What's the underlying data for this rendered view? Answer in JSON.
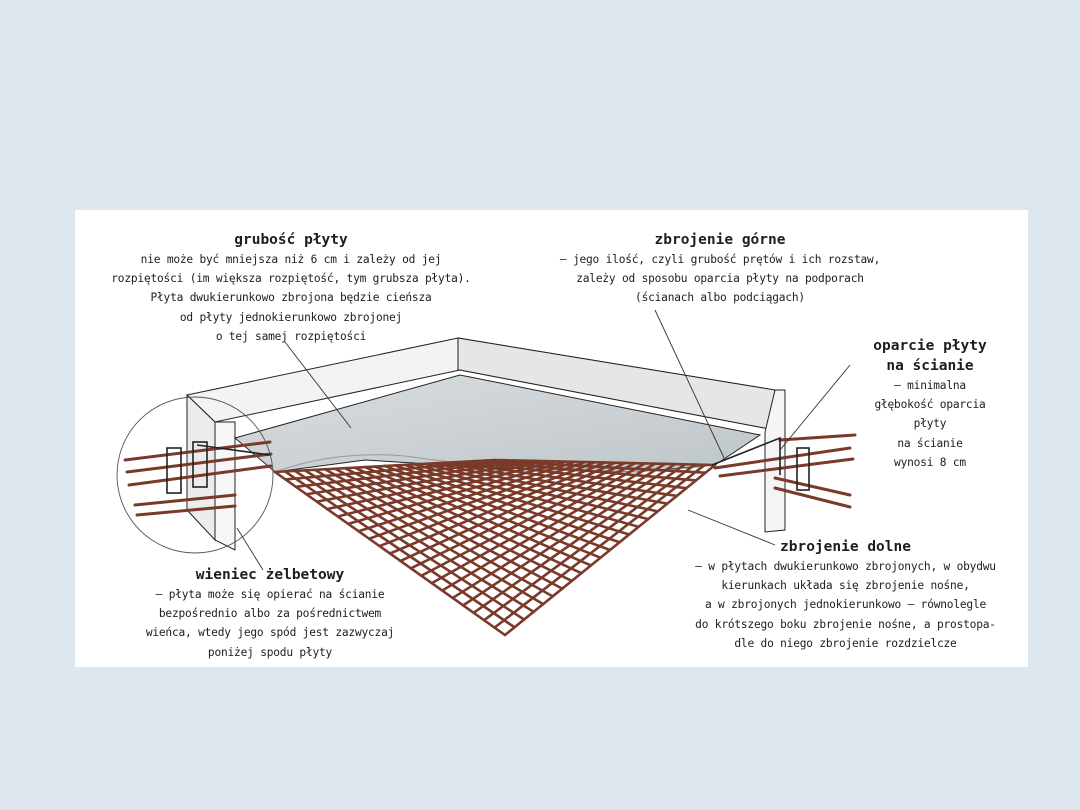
{
  "annotations": {
    "thickness": {
      "title": "grubość płyty",
      "lines": [
        "nie może być mniejsza niż 6 cm i zależy od jej",
        "rozpiętości (im większa rozpiętość, tym grubsza płyta).",
        "Płyta dwukierunkowo zbrojona będzie cieńsza",
        "od płyty jednokierunkowo zbrojonej",
        "o tej samej rozpiętości"
      ]
    },
    "top_reinforcement": {
      "title": "zbrojenie górne",
      "lines": [
        "– jego ilość, czyli grubość prętów i ich rozstaw,",
        "zależy od sposobu oparcia płyty na podporach",
        "(ścianach albo podciągach)"
      ]
    },
    "wall_support": {
      "title_lines": [
        "oparcie płyty",
        "na ścianie"
      ],
      "lines": [
        "– minimalna",
        "głębokość oparcia",
        "płyty",
        "na ścianie",
        "wynosi 8 cm"
      ]
    },
    "ring_beam": {
      "title": "wieniec żelbetowy",
      "lines": [
        "– płyta może się opierać na ścianie",
        "bezpośrednio albo za pośrednictwem",
        "wieńca, wtedy jego spód jest zazwyczaj",
        "poniżej spodu płyty"
      ]
    },
    "bottom_reinforcement": {
      "title": "zbrojenie dolne",
      "lines": [
        "– w płytach dwukierunkowo zbrojonych, w obydwu",
        "kierunkach układa się zbrojenie nośne,",
        "a w zbrojonych jednokierunkowo – równolegle",
        "do krótszego boku zbrojenie nośne, a prostopa-",
        "dle do niego zbrojenie rozdzielcze"
      ]
    }
  },
  "colors": {
    "page_background": "#dde7ed",
    "panel": "#ffffff",
    "rebar": "#7a3a2a",
    "wall_face": "#f3f3f3",
    "slab": "#cdd3d6",
    "outline": "#222222"
  }
}
